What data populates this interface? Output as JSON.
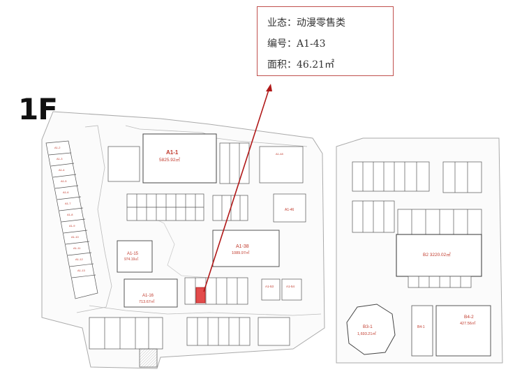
{
  "info": {
    "business_type": "业态：动漫零售类",
    "unit_number": "编号：A1-43",
    "area": "面积：46.21㎡"
  },
  "floor": "1F",
  "units": {
    "a1_1_id": "A1-1",
    "a1_1_area": "5825.92㎡",
    "a1_15_id": "A1-15",
    "a1_15_area": "974.19㎡",
    "a1_16_id": "A1-16",
    "a1_16_area": "713.67㎡",
    "a1_38_id": "A1-38",
    "a1_38_area": "1089.97㎡",
    "a1_53_id": "A1-53",
    "a1_54_id": "A1-54",
    "a1_46_id": "A1-46",
    "b2_label": "B2 3220.02㎡",
    "b3_1_id": "B3-1",
    "b3_1_area": "1,693.21㎡",
    "b4_2_id": "B4-2",
    "b4_2_area": "427.56㎡",
    "b4_1_id": "B4-1"
  },
  "colors": {
    "accent": "#c0504d",
    "arrow": "#b01818",
    "unit_text": "#c0392b"
  }
}
